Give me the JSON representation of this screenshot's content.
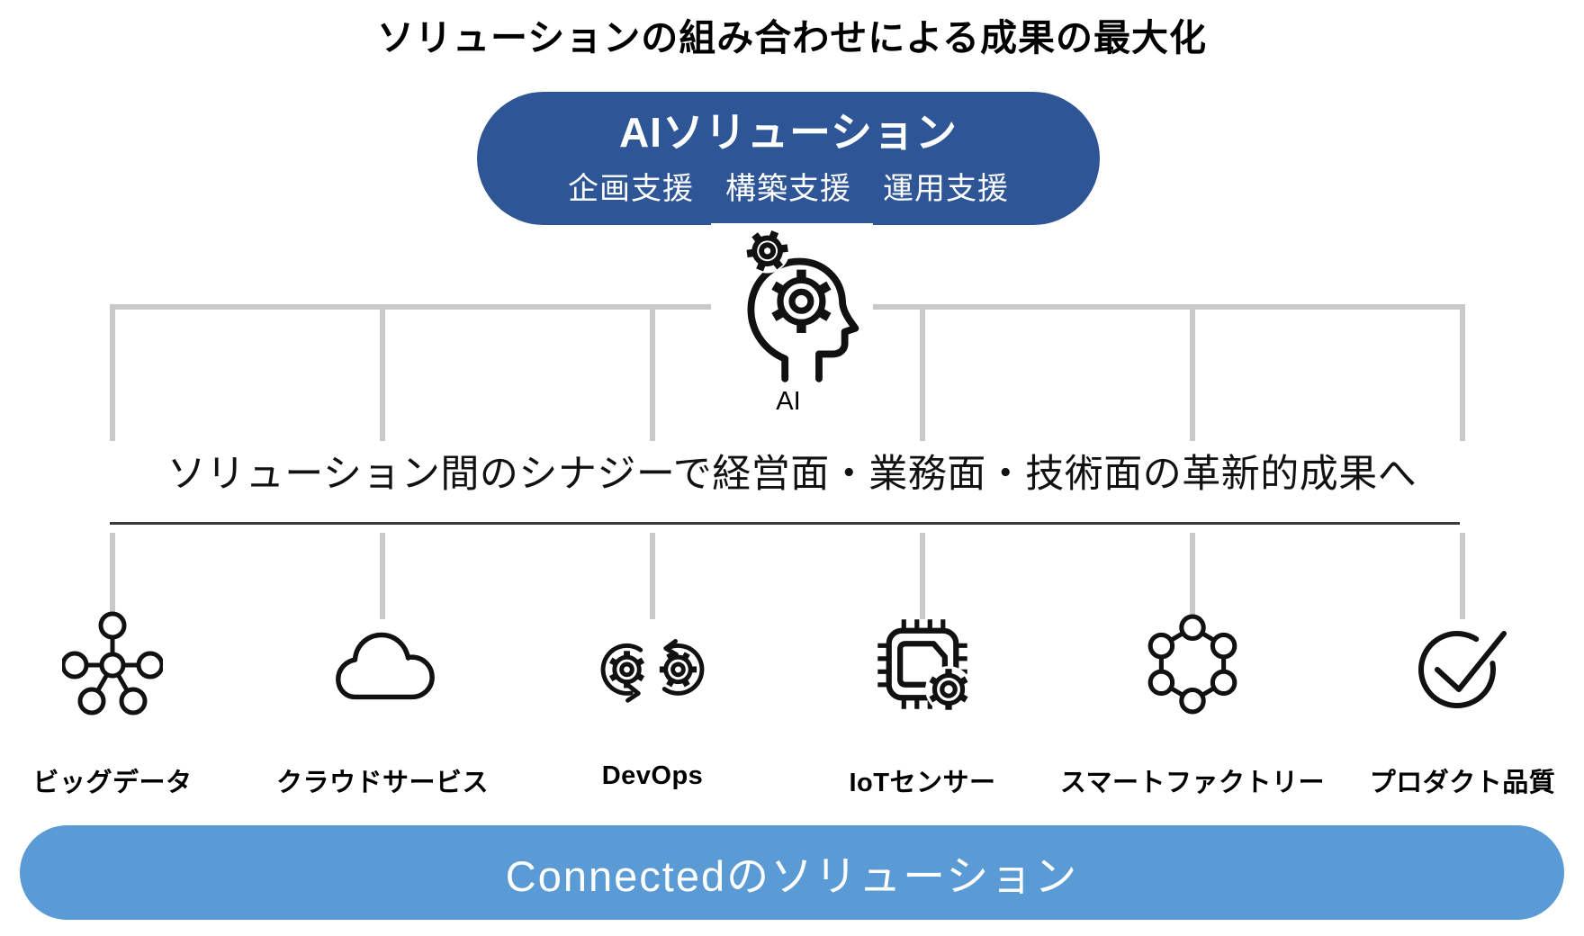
{
  "title": "ソリューションの組み合わせによる成果の最大化",
  "ai_pill": {
    "title": "AIソリューション",
    "subtitle": "企画支援　構築支援　運用支援"
  },
  "ai_caption": "AI",
  "synergy_text": "ソリューション間のシナジーで経営面・業務面・技術面の革新的成果へ",
  "columns": [
    {
      "label": "ビッグデータ",
      "icon": "big-data-icon"
    },
    {
      "label": "クラウドサービス",
      "icon": "cloud-icon"
    },
    {
      "label": "DevOps",
      "icon": "devops-icon"
    },
    {
      "label": "IoTセンサー",
      "icon": "iot-sensor-icon"
    },
    {
      "label": "スマートファクトリー",
      "icon": "smart-factory-icon"
    },
    {
      "label": "プロダクト品質",
      "icon": "product-quality-check-icon"
    }
  ],
  "bottom_pill": {
    "label": "Connectedのソリューション"
  },
  "colors": {
    "ai_pill_bg": "#2E5596",
    "bottom_pill_bg": "#5B9BD5",
    "connector_gray": "#C9C9C9",
    "underline": "#3A3A3A",
    "icon_stroke": "#111111",
    "text": "#000000"
  }
}
